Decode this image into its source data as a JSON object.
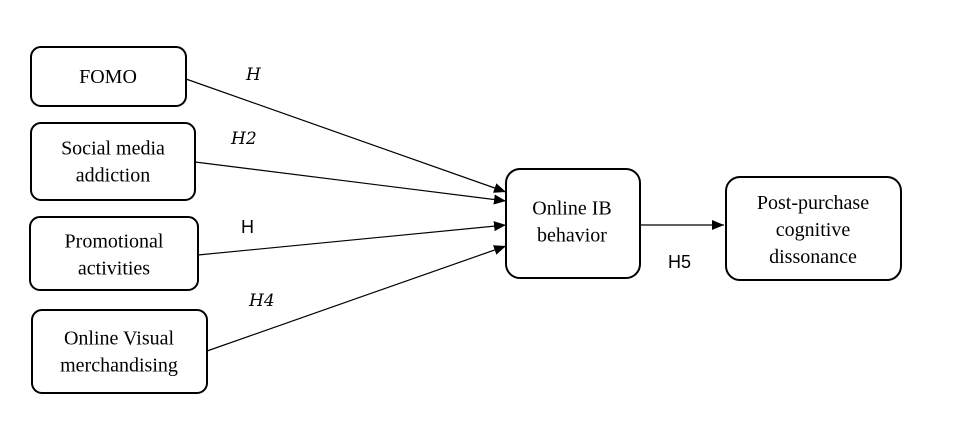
{
  "nodes": {
    "fomo": {
      "lines": [
        "FOMO"
      ]
    },
    "social_media": {
      "lines": [
        "Social media",
        "addiction"
      ]
    },
    "promotional": {
      "lines": [
        "Promotional",
        "activities"
      ]
    },
    "visual": {
      "lines": [
        "Online Visual",
        "merchandising"
      ]
    },
    "online_ib": {
      "lines": [
        "Online IB",
        "behavior"
      ]
    },
    "post_purchase": {
      "lines": [
        "Post-purchase",
        "cognitive",
        "dissonance"
      ]
    }
  },
  "edges": {
    "h1": {
      "label": "H"
    },
    "h2": {
      "label": "H2"
    },
    "h3": {
      "label": "H"
    },
    "h4": {
      "label": "H4"
    },
    "h5": {
      "label": "H5"
    }
  },
  "colors": {
    "stroke": "#000000",
    "background": "#ffffff"
  }
}
